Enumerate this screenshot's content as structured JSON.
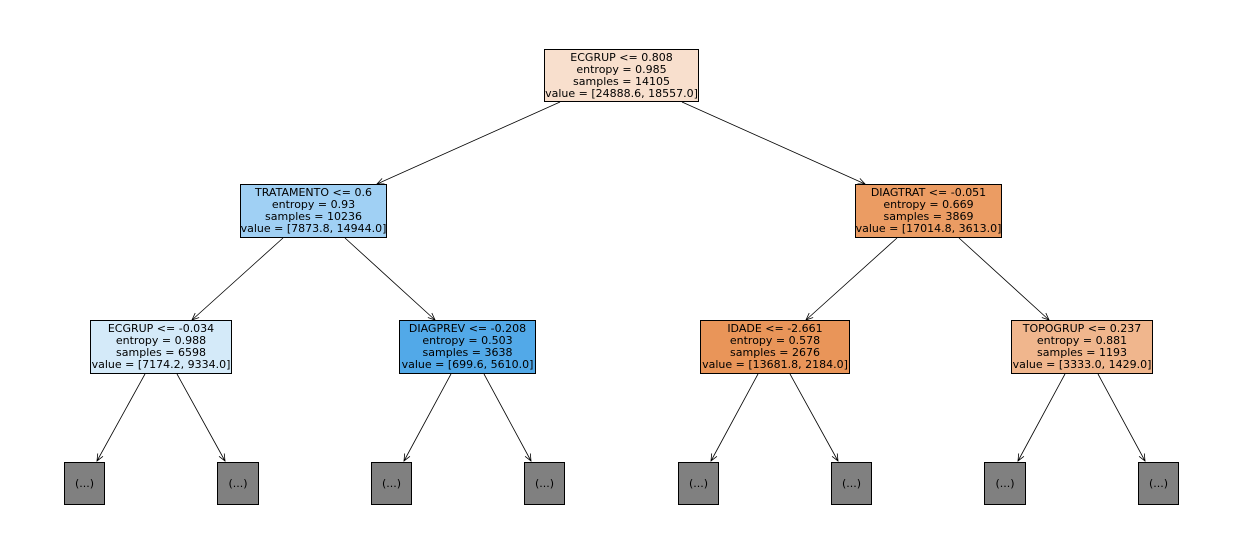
{
  "nodes": {
    "root": {
      "lines": [
        "ECGRUP <= 0.808",
        "entropy = 0.985",
        "samples = 14105",
        "value = [24888.6, 18557.0]"
      ],
      "color": "#f8dfcd"
    },
    "l": {
      "lines": [
        "TRATAMENTO <= 0.6",
        "entropy = 0.93",
        "samples = 10236",
        "value = [7873.8, 14944.0]"
      ],
      "color": "#a0d0f4"
    },
    "r": {
      "lines": [
        "DIAGTRAT <= -0.051",
        "entropy = 0.669",
        "samples = 3869",
        "value = [17014.8, 3613.0]"
      ],
      "color": "#eb9c63"
    },
    "ll": {
      "lines": [
        "ECGRUP <= -0.034",
        "entropy = 0.988",
        "samples = 6598",
        "value = [7174.2, 9334.0]"
      ],
      "color": "#d4eaf9"
    },
    "lr": {
      "lines": [
        "DIAGPREV <= -0.208",
        "entropy = 0.503",
        "samples = 3638",
        "value = [699.6, 5610.0]"
      ],
      "color": "#52a9e8"
    },
    "rl": {
      "lines": [
        "IDADE <= -2.661",
        "entropy = 0.578",
        "samples = 2676",
        "value = [13681.8, 2184.0]"
      ],
      "color": "#e99559"
    },
    "rr": {
      "lines": [
        "TOPOGRUP <= 0.237",
        "entropy = 0.881",
        "samples = 1193",
        "value = [3333.0, 1429.0]"
      ],
      "color": "#f0b68d"
    }
  },
  "leaf_label": "(...)",
  "leaf_color": "#808080"
}
